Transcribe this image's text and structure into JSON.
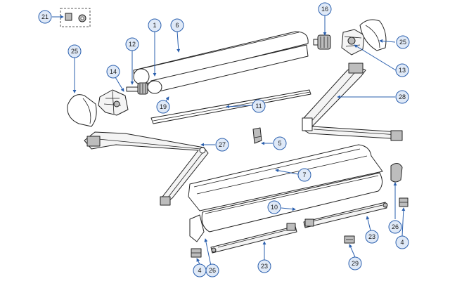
{
  "callouts": {
    "c1": "1",
    "c6": "6",
    "c16": "16",
    "c21": "21",
    "c25a": "25",
    "c25b": "25",
    "c12": "12",
    "c14": "14",
    "c19": "19",
    "c11": "11",
    "c13": "13",
    "c28": "28",
    "c27": "27",
    "c5": "5",
    "c7": "7",
    "c10": "10",
    "c23a": "23",
    "c23b": "23",
    "c26a": "26",
    "c26b": "26",
    "c4a": "4",
    "c4b": "4",
    "c29": "29"
  },
  "colors": {
    "callout_fill": "#dfe9f7",
    "callout_stroke": "#2a5fae",
    "drawing_stroke": "#222222"
  }
}
